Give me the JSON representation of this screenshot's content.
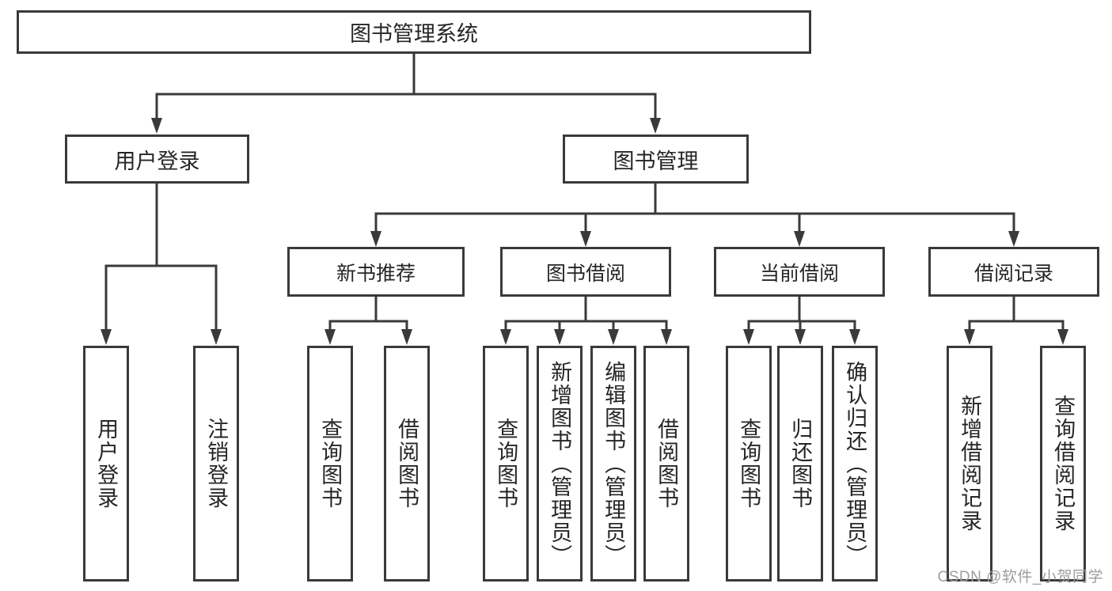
{
  "colors": {
    "line": "#3a3a3a",
    "text": "#262626",
    "background": "#ffffff",
    "watermark": "#9e9e9e"
  },
  "diagram_type": "hierarchy-tree",
  "tree": {
    "label": "图书管理系统",
    "children": [
      {
        "label": "用户登录",
        "children": [
          {
            "label": "用户登录"
          },
          {
            "label": "注销登录"
          }
        ]
      },
      {
        "label": "图书管理",
        "children": [
          {
            "label": "新书推荐",
            "children": [
              {
                "label": "查询图书"
              },
              {
                "label": "借阅图书"
              }
            ]
          },
          {
            "label": "图书借阅",
            "children": [
              {
                "label": "查询图书"
              },
              {
                "label": "新增图书（管理员）"
              },
              {
                "label": "编辑图书（管理员）"
              },
              {
                "label": "借阅图书"
              }
            ]
          },
          {
            "label": "当前借阅",
            "children": [
              {
                "label": "查询图书"
              },
              {
                "label": "归还图书"
              },
              {
                "label": "确认归还（管理员）"
              }
            ]
          },
          {
            "label": "借阅记录",
            "children": [
              {
                "label": "新增借阅记录"
              },
              {
                "label": "查询借阅记录"
              }
            ]
          }
        ]
      }
    ]
  },
  "watermark": "CSDN @软件_小贺同学"
}
